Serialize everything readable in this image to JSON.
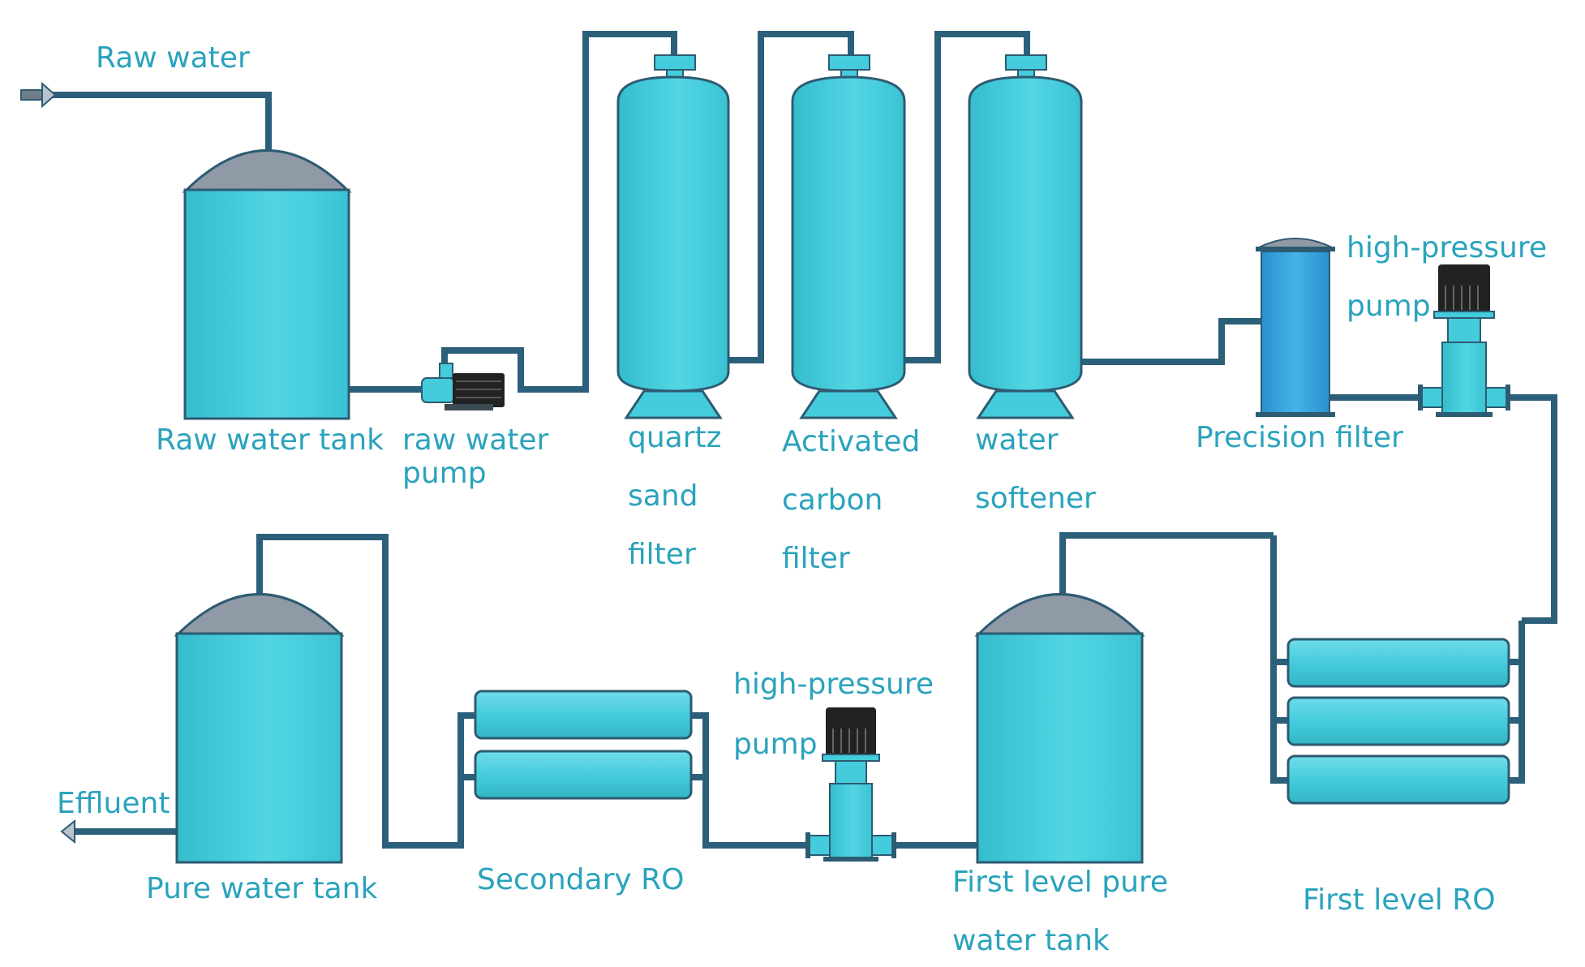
{
  "labels": {
    "raw_water": "Raw water",
    "raw_water_tank": "Raw water tank",
    "raw_water_pump_1": "raw water",
    "raw_water_pump_2": "pump",
    "quartz_1": "quartz",
    "quartz_2": "sand",
    "quartz_3": "filter",
    "carbon_1": "Activated",
    "carbon_2": "carbon",
    "carbon_3": "filter",
    "softener_1": "water",
    "softener_2": "softener",
    "precision_filter": "Precision filter",
    "hp_pump_top_1": "high-pressure",
    "hp_pump_top_2": "pump",
    "hp_pump_bottom_1": "high-pressure",
    "hp_pump_bottom_2": "pump",
    "effluent": "Effluent",
    "pure_water_tank": "Pure water tank",
    "secondary_ro": "Secondary RO",
    "first_level_tank_1": "First level pure",
    "first_level_tank_2": "water tank",
    "first_level_ro": "First level RO"
  },
  "colors": {
    "tank_fill": "#45ccdc",
    "dome": "#8f9aa6",
    "pipe": "#2c5f7a",
    "label": "#2aa3bd",
    "precision_filter": "#2f9fd8",
    "pump_motor": "#222222"
  }
}
